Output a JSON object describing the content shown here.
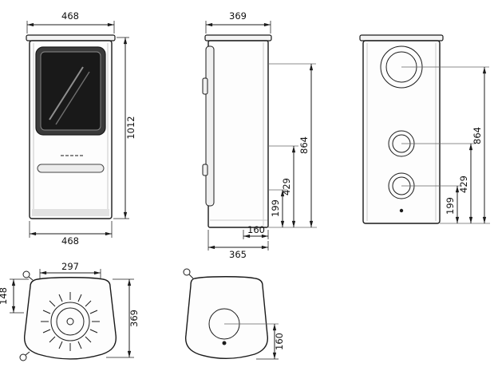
{
  "drawing": {
    "front_view": {
      "width_top_mm": "468",
      "height_mm": "1012",
      "width_bottom_mm": "468"
    },
    "side_view": {
      "depth_top_mm": "369",
      "flue_height_mm": "864",
      "mid_outlet_height_mm": "429",
      "lower_outlet_height_mm": "199",
      "rear_outlet_offset_mm": "160",
      "depth_bottom_mm": "365"
    },
    "rear_view": {
      "flue_height_mm": "864",
      "mid_outlet_height_mm": "429",
      "lower_outlet_height_mm": "199"
    },
    "top_view": {
      "plate_width_mm": "297",
      "flue_offset_mm": "148",
      "depth_mm": "369"
    },
    "base_view": {
      "outlet_offset_mm": "160"
    }
  },
  "colors": {
    "line": "#1c1c1c",
    "glass": "#1f1f1f",
    "body_fill": "#fdfdfd"
  }
}
